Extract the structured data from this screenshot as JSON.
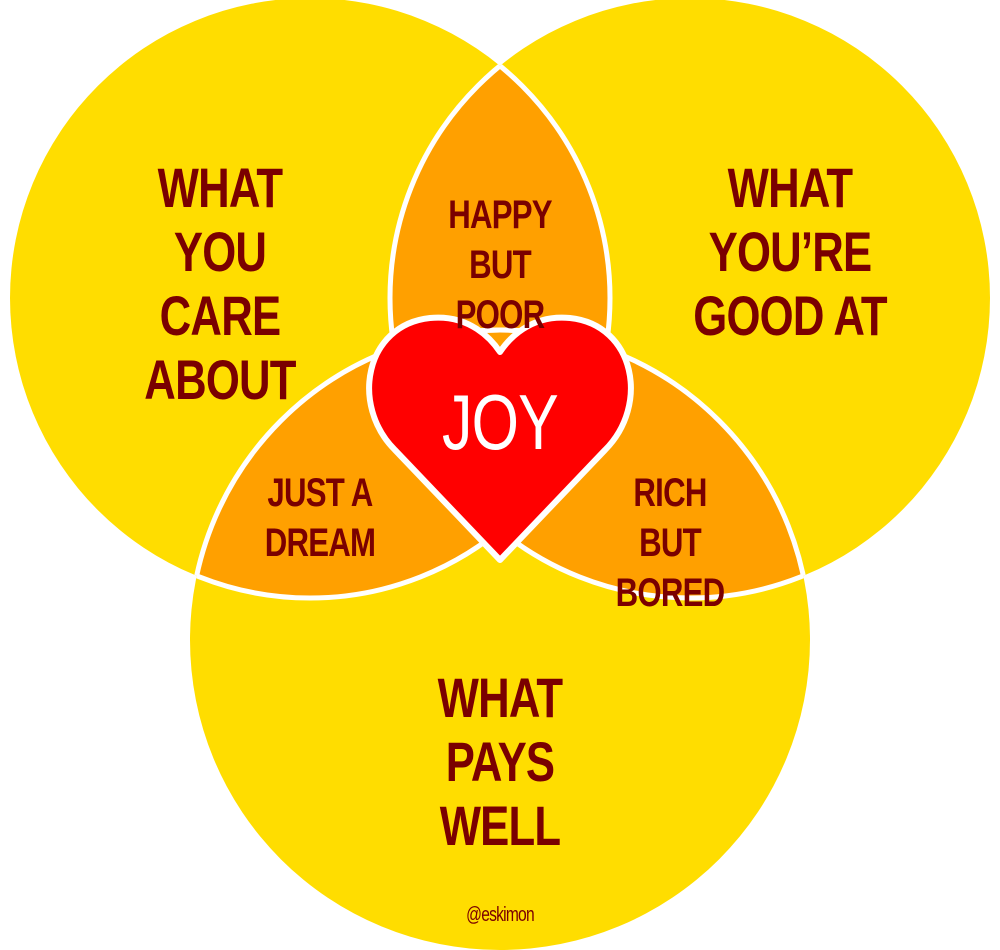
{
  "diagram": {
    "type": "venn",
    "colors": {
      "circle": "#ffdd00",
      "overlap": "#ffa000",
      "heart": "#ff0000",
      "text": "#7a0000",
      "outline": "#ffffff"
    },
    "circles": [
      {
        "id": "care",
        "label": "WHAT\nYOU CARE\nABOUT"
      },
      {
        "id": "good",
        "label": "WHAT\nYOU’RE\nGOOD AT"
      },
      {
        "id": "pays",
        "label": "WHAT\nPAYS WELL"
      }
    ],
    "overlaps": [
      {
        "sets": [
          "care",
          "good"
        ],
        "label": "HAPPY\nBUT POOR"
      },
      {
        "sets": [
          "care",
          "pays"
        ],
        "label": "JUST A\nDREAM"
      },
      {
        "sets": [
          "good",
          "pays"
        ],
        "label": "RICH\nBUT BORED"
      }
    ],
    "center": {
      "label": "JOY"
    },
    "credit": "@eskimon"
  }
}
